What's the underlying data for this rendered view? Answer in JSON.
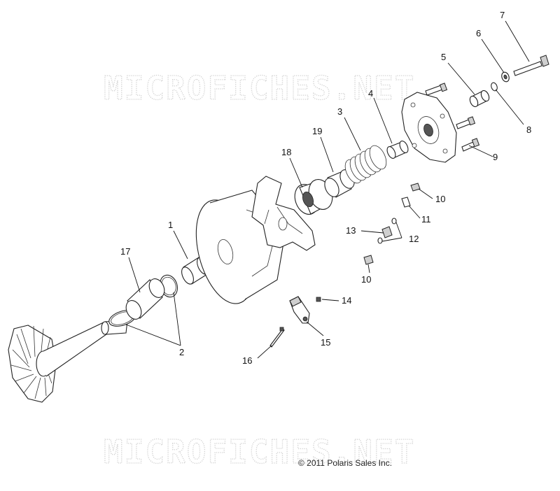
{
  "watermark": {
    "top": "MICROFICHES.NET",
    "bottom": "MICROFICHES.NET"
  },
  "copyright": "© 2011 Polaris Sales Inc.",
  "callouts": {
    "c1": "1",
    "c2": "2",
    "c3": "3",
    "c4": "4",
    "c5": "5",
    "c6": "6",
    "c7": "7",
    "c8": "8",
    "c9": "9",
    "c10a": "10",
    "c10b": "10",
    "c11": "11",
    "c12": "12",
    "c13": "13",
    "c14": "14",
    "c15": "15",
    "c16": "16",
    "c17": "17",
    "c18": "18",
    "c19": "19"
  },
  "colors": {
    "line": "#222222",
    "shade": "#cfcfcf",
    "watermark": "#d0d0d0"
  }
}
